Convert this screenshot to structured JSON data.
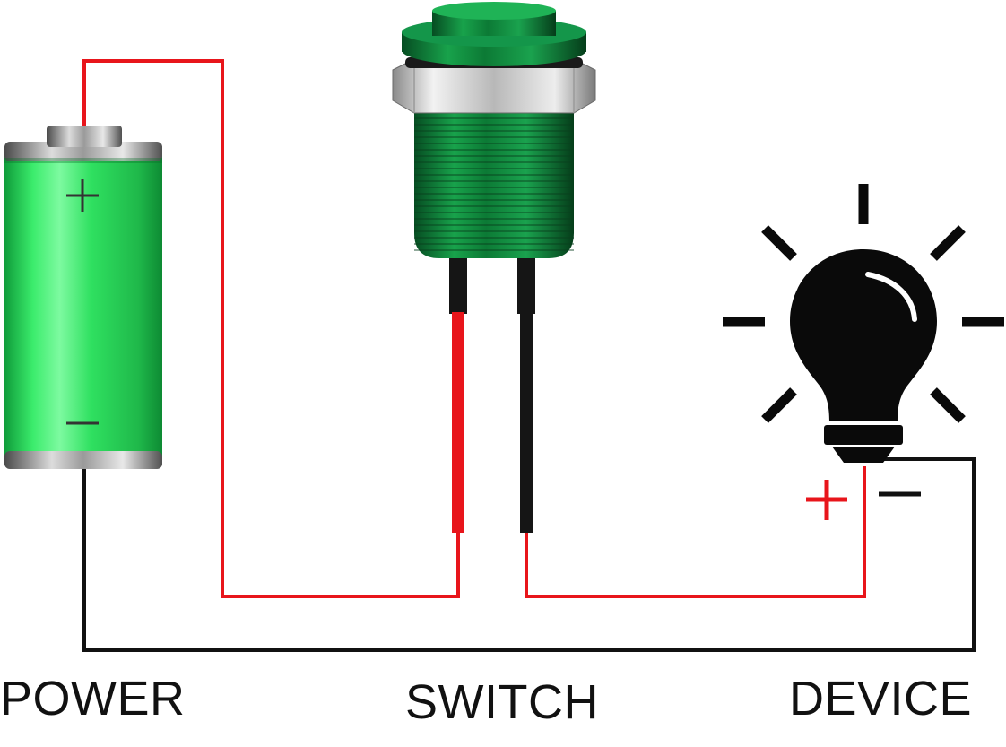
{
  "labels": {
    "power": "POWER",
    "switch": "SWITCH",
    "device": "DEVICE"
  },
  "battery": {
    "positive_symbol": "+",
    "negative_symbol": "−"
  },
  "device": {
    "positive_symbol": "+",
    "negative_symbol": "−"
  },
  "colors": {
    "positive_wire": "#e8151b",
    "negative_wire": "#111111",
    "battery_body": "#2ee85f",
    "switch_body": "#0f8a3a"
  },
  "icons": {
    "power_source": "battery-icon",
    "switch": "push-button-switch-icon",
    "device": "light-bulb-icon"
  }
}
